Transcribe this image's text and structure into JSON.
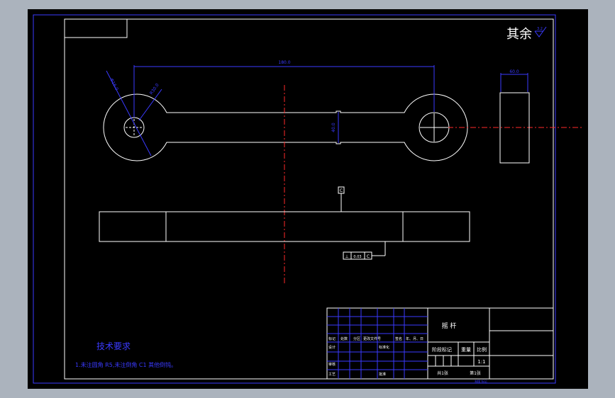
{
  "drawing": {
    "surface_note": "其余",
    "surface_symbol": "3.2",
    "dims": {
      "center_distance": "180.0",
      "hole_dia": "Φ16.0",
      "boss_radius": "R30.0",
      "neck_width": "40.0",
      "thickness": "60.0",
      "datum_label": "C",
      "tolerance_frame": [
        "⊥",
        "0.03",
        "C"
      ]
    },
    "notes": {
      "title": "技术要求",
      "line1": "1.未注圆角 R5,未注倒角 C1  其他倒钝。"
    }
  },
  "title_block": {
    "part_name": "摇  杆",
    "row_headers": [
      "标记",
      "处数",
      "分区",
      "更改文件号",
      "签名",
      "年、月、日"
    ],
    "left_rows": [
      "设计",
      "审核",
      "工艺"
    ],
    "standardization": "标准化",
    "approve": "批准",
    "stage_mark": "阶段标记",
    "weight": "重量",
    "scale": "比例",
    "scale_value": "1:1",
    "sheet_total": "共1张",
    "sheet_no": "第1张",
    "footer": "制图 标记"
  },
  "colors": {
    "background": "#000000",
    "line": "#ffffff",
    "dimension": "#3a3aff",
    "centerline": "#ff2a2a"
  }
}
